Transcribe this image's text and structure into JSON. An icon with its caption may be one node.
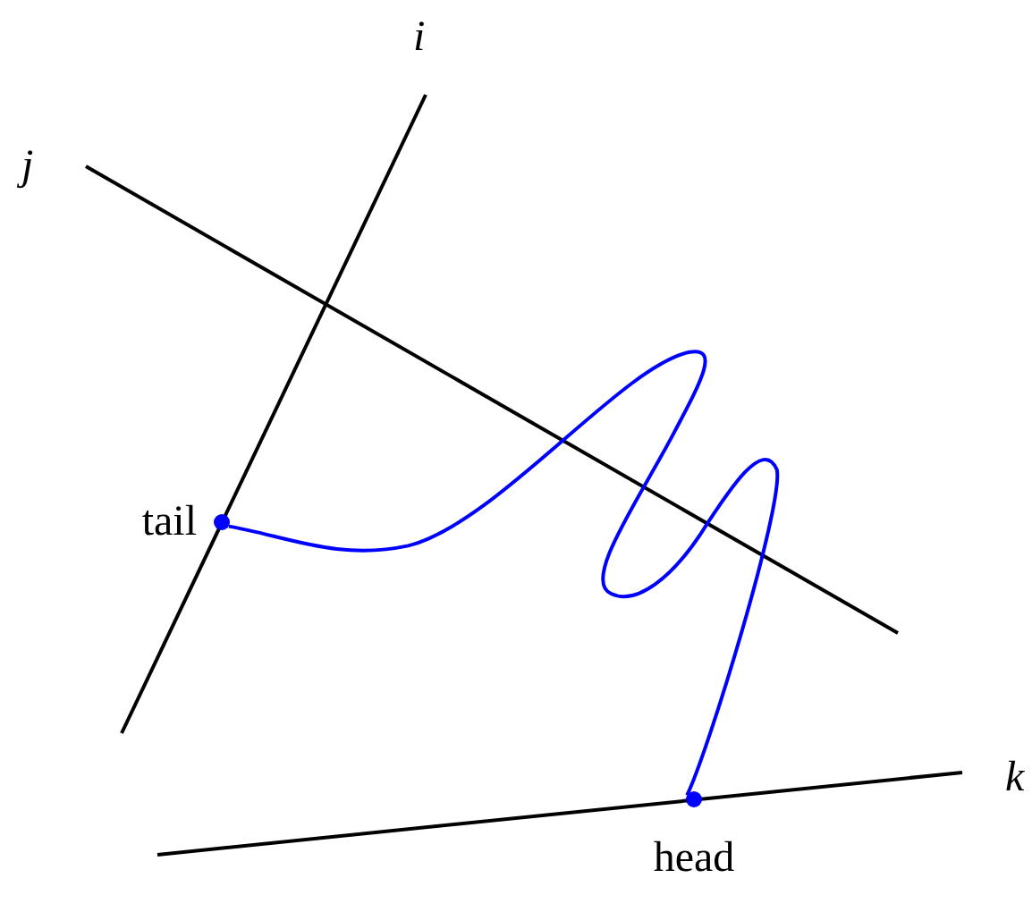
{
  "diagram": {
    "nodes": [
      {
        "text": [],
        "shape": "circle",
        "beside": [
          "tail"
        ]
      },
      {
        "text": [],
        "shape": "circle",
        "beside": [
          "head"
        ]
      }
    ],
    "edges": [
      {
        "from": 0,
        "to": 1,
        "arrow": "none",
        "color": "#0000ff"
      }
    ],
    "labels": [
      "i",
      "j",
      "k"
    ]
  }
}
